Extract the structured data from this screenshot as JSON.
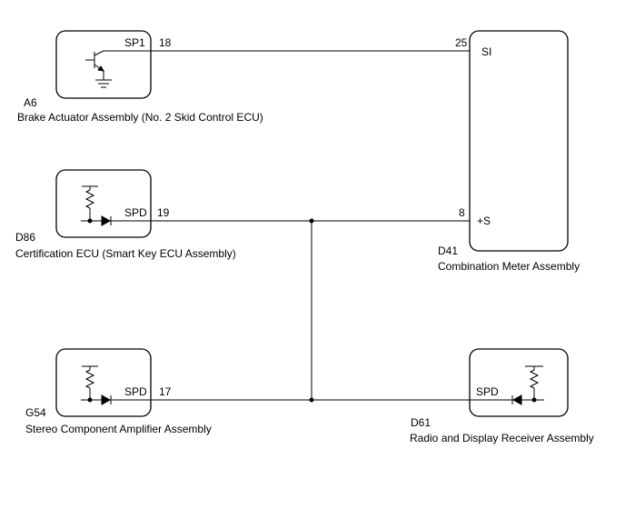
{
  "components": {
    "a6": {
      "code": "A6",
      "name": "Brake Actuator Assembly (No. 2 Skid Control ECU)",
      "terminal_name": "SP1",
      "pin": "18",
      "symbol": "transistor-ground-icon"
    },
    "d86": {
      "code": "D86",
      "name": "Certification ECU (Smart Key ECU Assembly)",
      "terminal_name": "SPD",
      "pin": "19",
      "symbol": "resistor-diode-icon"
    },
    "g54": {
      "code": "G54",
      "name": "Stereo Component Amplifier Assembly",
      "terminal_name": "SPD",
      "pin": "17",
      "symbol": "resistor-diode-icon"
    },
    "d41": {
      "code": "D41",
      "name": "Combination Meter Assembly",
      "terminals": [
        {
          "pin": "25",
          "name": "SI"
        },
        {
          "pin": "8",
          "name": "+S"
        }
      ]
    },
    "d61": {
      "code": "D61",
      "name": "Radio and Display Receiver Assembly",
      "terminal_name": "SPD",
      "symbol": "resistor-diode-icon"
    }
  },
  "connections": [
    {
      "from": "A6 SP1 (18)",
      "to": "D41 SI (25)"
    },
    {
      "from": "D86 SPD (19)",
      "to": "D41 +S (8)"
    },
    {
      "from": "G54 SPD (17)",
      "to": "D61 SPD"
    },
    {
      "from": "G54/D61 line",
      "to": "D86/D41 line"
    }
  ]
}
